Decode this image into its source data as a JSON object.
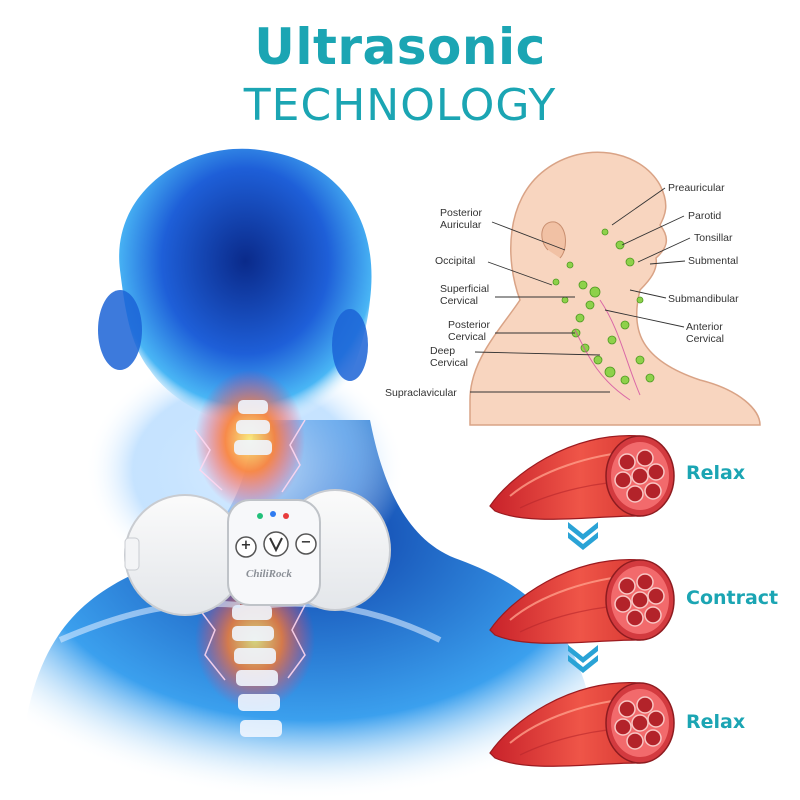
{
  "title": {
    "line1": "Ultrasonic",
    "line2": "TECHNOLOGY"
  },
  "device": {
    "brand": "ChiliRock",
    "plus": "+",
    "minus": "−"
  },
  "lymph_diagram": {
    "labels_left": [
      {
        "l1": "Posterior",
        "l2": "Auricular"
      },
      {
        "l1": "Occipital",
        "l2": ""
      },
      {
        "l1": "Superficial",
        "l2": "Cervical"
      },
      {
        "l1": "Posterior",
        "l2": "Cervical"
      },
      {
        "l1": "Deep",
        "l2": "Cervical"
      },
      {
        "l1": "Supraclavicular",
        "l2": ""
      }
    ],
    "labels_right": [
      {
        "l1": "Preauricular",
        "l2": ""
      },
      {
        "l1": "Parotid",
        "l2": ""
      },
      {
        "l1": "Tonsillar",
        "l2": ""
      },
      {
        "l1": "Submental",
        "l2": ""
      },
      {
        "l1": "Submandibular",
        "l2": ""
      },
      {
        "l1": "Anterior",
        "l2": "Cervical"
      }
    ]
  },
  "muscle_states": [
    "Relax",
    "Contract",
    "Relax"
  ],
  "colors": {
    "accent": "#1ba5b3",
    "muscle": "#e0403c",
    "glow": "#2d8cf0"
  }
}
